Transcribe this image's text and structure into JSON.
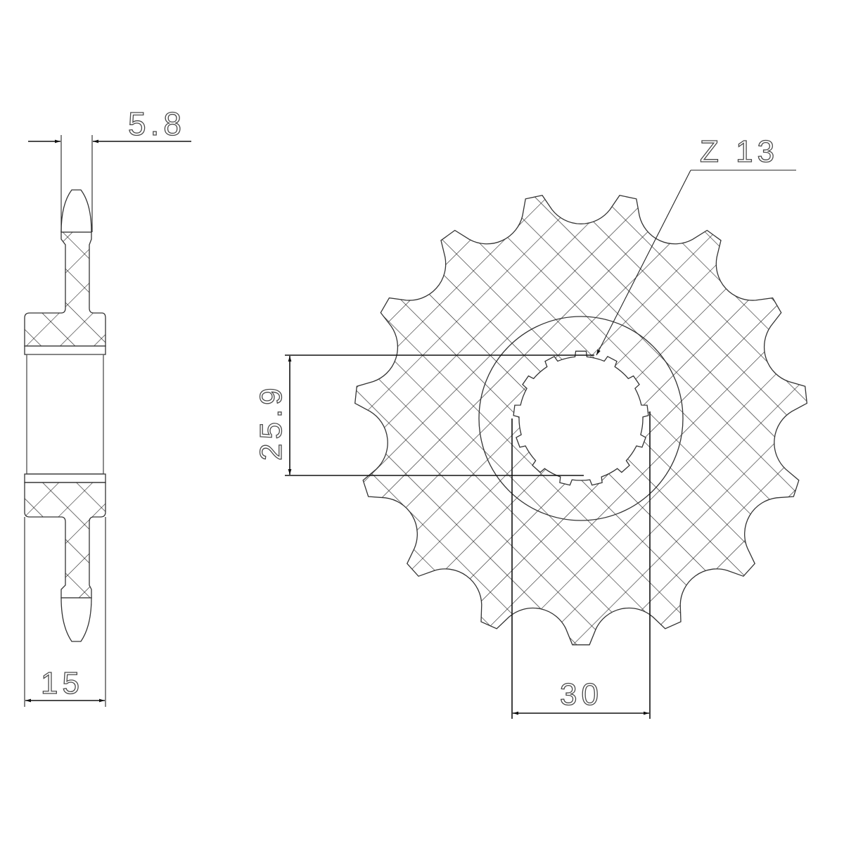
{
  "drawing": {
    "title": "Front sprocket technical drawing",
    "side_view": {
      "thickness_label": "5.8",
      "hub_width_label": "15"
    },
    "front_view": {
      "teeth_count": 15,
      "spline_label": "Z 13",
      "spline_count": 13,
      "bore_height_label": "25.9",
      "bore_width_label": "30"
    },
    "colors": {
      "line": "#111111",
      "background": "#ffffff"
    }
  }
}
